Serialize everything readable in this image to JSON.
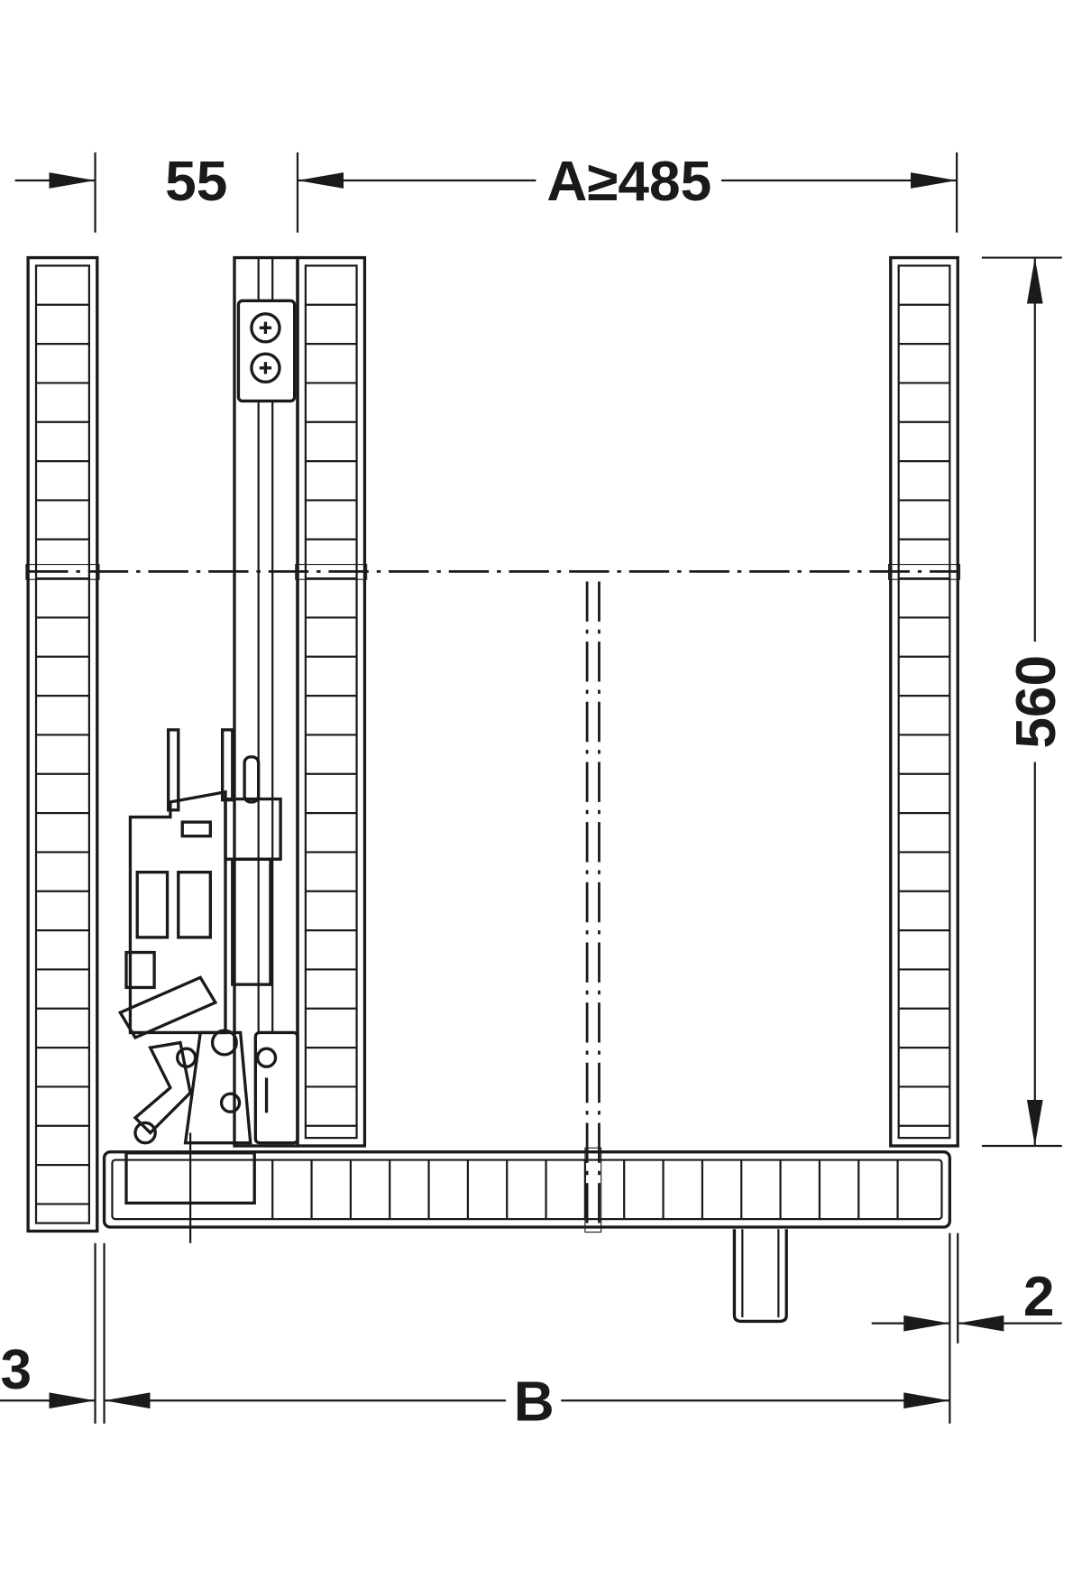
{
  "drawing": {
    "dimensions": {
      "side_offset": "55",
      "inner_width": "A≥485",
      "height": "560",
      "overall_width": "B",
      "left_gap": "3",
      "right_gap": "2"
    },
    "colors": {
      "line": "#1a1a1a",
      "background": "#ffffff"
    }
  }
}
